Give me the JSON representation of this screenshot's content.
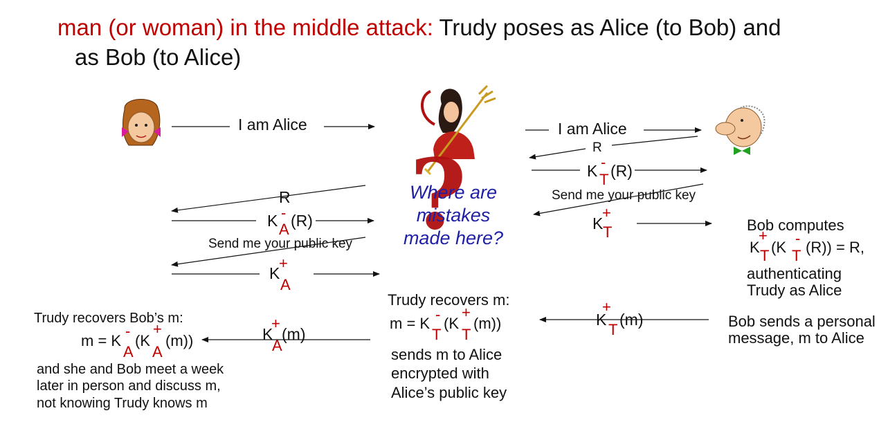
{
  "title": {
    "part1": "man (or woman) in the middle attack:",
    "part2": "Trudy poses as Alice (to Bob) and",
    "line2": "as Bob (to Alice)"
  },
  "colors": {
    "accent": "#c00000",
    "question_text": "#1f1fa6",
    "question_mark": "#b01010"
  },
  "characters": [
    "alice-icon",
    "trudy-icon",
    "bob-icon"
  ],
  "left": {
    "msg_i_am_alice": "I am Alice",
    "msg_r": "R",
    "msg_send_key": "Send me your public key",
    "key_k": "K",
    "sign_minus": "-",
    "sign_plus": "+",
    "sub_a": "A",
    "arg_r": "(R)",
    "arg_m": "(m)"
  },
  "right": {
    "msg_i_am_alice": "I am Alice",
    "msg_r": "R",
    "msg_send_key": "Send me your public key",
    "sub_t": "T"
  },
  "question": {
    "line1": "Where are",
    "line2": "mistakes",
    "line3": "made here?",
    "mark": "?"
  },
  "bob_computes": {
    "line1": "Bob computes",
    "eq_part1": "(K",
    "eq_part2": "(R)) =  R,",
    "line3": "authenticating",
    "line4": "Trudy as Alice"
  },
  "bob_sends": {
    "line1": "Bob sends a personal",
    "line2": "message, m to Alice"
  },
  "trudy_recovers": {
    "line1": "Trudy recovers m:",
    "eq_prefix": "m = K",
    "eq_mid": "(K",
    "eq_end": "(m))",
    "line3": "sends m to Alice",
    "line4": "encrypted with",
    "line5": "Alice’s public key"
  },
  "trudy_recovers_bob": {
    "line1": "Trudy recovers Bob’s m:",
    "eq_prefix": "m = K",
    "eq_mid": "(K",
    "eq_end": "(m))",
    "line3": "and she and Bob meet a week",
    "line4": "later in person and discuss m,",
    "line5": "not knowing Trudy knows m"
  }
}
